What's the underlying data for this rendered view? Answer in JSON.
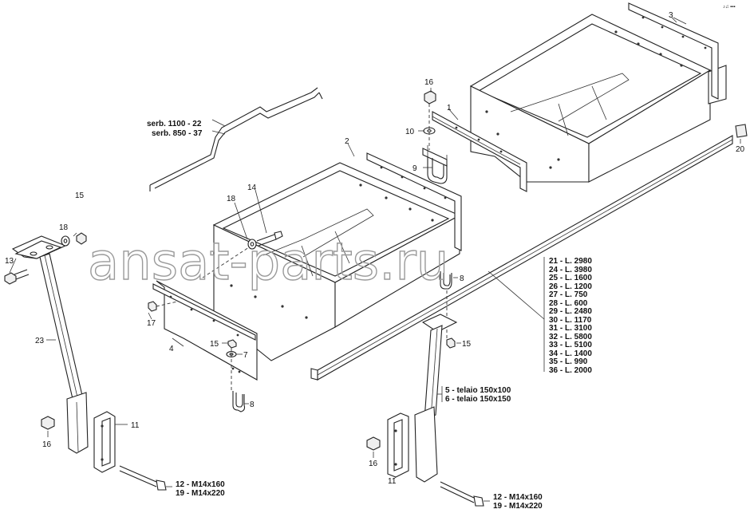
{
  "watermark": "ansat-parts.ru",
  "corner_mark": "♪♫ ▪▪▪",
  "callouts": {
    "c1": "1",
    "c2": "2",
    "c3": "3",
    "c4": "4",
    "c7": "7",
    "c8a": "8",
    "c8b": "8",
    "c9": "9",
    "c10": "10",
    "c11a": "11",
    "c11b": "11",
    "c13": "13",
    "c14": "14",
    "c15a": "15",
    "c15b": "15",
    "c15c": "15",
    "c16a": "16",
    "c16b": "16",
    "c16c": "16",
    "c17": "17",
    "c18a": "18",
    "c18b": "18",
    "c20": "20",
    "c23": "23"
  },
  "serb": {
    "line1": "serb. 1100 - 22",
    "line2": "serb. 850 - 37"
  },
  "tube_lengths": [
    "21 - L. 2980",
    "24 - L. 3980",
    "25 - L. 1600",
    "26 - L. 1200",
    "27 - L. 750",
    "28 - L. 600",
    "29 - L. 2480",
    "30 - L. 1170",
    "31 - L. 3100",
    "32 - L. 5800",
    "33 - L. 5100",
    "34 - L. 1400",
    "35 - L. 990",
    "36 - L. 2000"
  ],
  "telaio": {
    "line1": "5 - telaio 150x100",
    "line2": "6 - telaio 150x150"
  },
  "bolts_left": {
    "line1": "12 - M14x160",
    "line2": "19 - M14x220"
  },
  "bolts_right": {
    "line1": "12 - M14x160",
    "line2": "19 - M14x220"
  }
}
